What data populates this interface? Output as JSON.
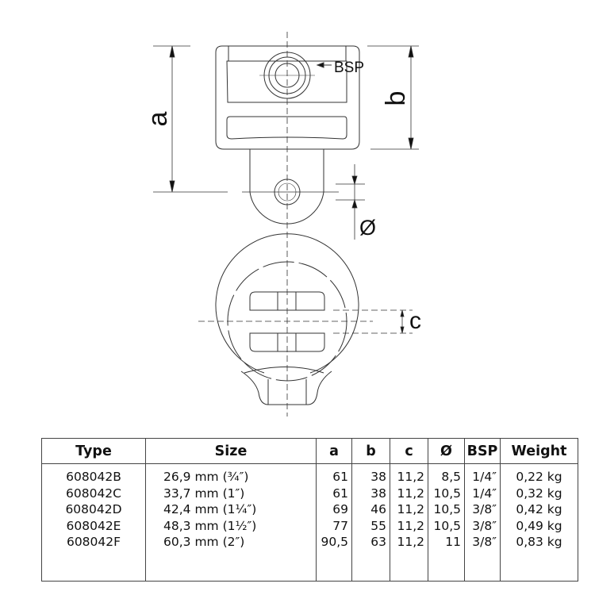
{
  "drawing": {
    "labels": {
      "a": "a",
      "b": "b",
      "c": "c",
      "diameter": "Ø",
      "bsp": "BSP"
    }
  },
  "table": {
    "headers": [
      "Type",
      "Size",
      "a",
      "b",
      "c",
      "Ø",
      "BSP",
      "Weight"
    ],
    "rows": [
      [
        "608042B",
        "26,9 mm (¾″)",
        "61",
        "38",
        "11,2",
        "8,5",
        "1/4″",
        "0,22 kg"
      ],
      [
        "608042C",
        "33,7 mm (1″)",
        "61",
        "38",
        "11,2",
        "10,5",
        "1/4″",
        "0,32 kg"
      ],
      [
        "608042D",
        "42,4 mm (1¼″)",
        "69",
        "46",
        "11,2",
        "10,5",
        "3/8″",
        "0,42 kg"
      ],
      [
        "608042E",
        "48,3 mm (1½″)",
        "77",
        "55",
        "11,2",
        "10,5",
        "3/8″",
        "0,49 kg"
      ],
      [
        "608042F",
        "60,3 mm (2″)",
        "90,5",
        "63",
        "11,2",
        "11",
        "3/8″",
        "0,83 kg"
      ]
    ]
  }
}
